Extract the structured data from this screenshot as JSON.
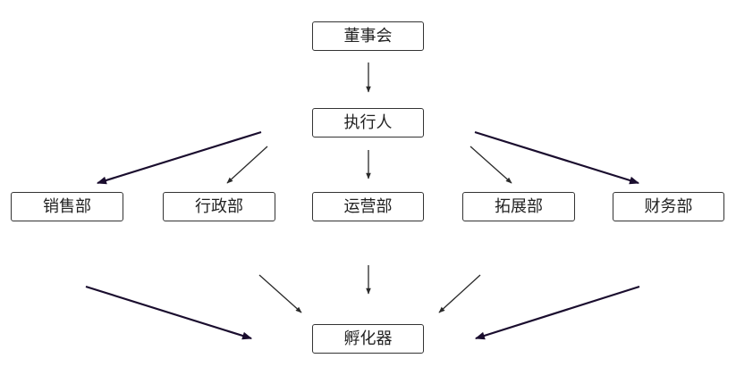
{
  "nodes": {
    "board": "董事会",
    "executive": "执行人",
    "sales": "销售部",
    "admin": "行政部",
    "operations": "运营部",
    "business_dev": "拓展部",
    "finance": "财务部",
    "incubator": "孵化器"
  },
  "colors": {
    "box_border": "#333333",
    "text": "#222222",
    "arrow": "#2a2a2a",
    "arrow_thick": "#1a0d2e"
  }
}
